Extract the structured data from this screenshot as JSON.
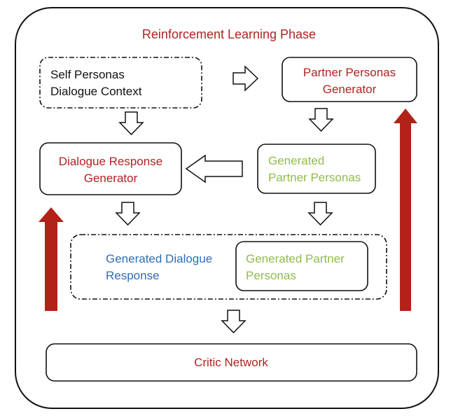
{
  "title": "Reinforcement Learning Phase",
  "nodes": {
    "self_input": {
      "lines": [
        "Self Personas",
        "Dialogue Context"
      ]
    },
    "partner_generator": {
      "lines": [
        "Partner Personas",
        "Generator"
      ]
    },
    "generated_partner_personas": {
      "lines": [
        "Generated",
        "Partner Personas"
      ]
    },
    "dialogue_response_generator": {
      "lines": [
        "Dialogue Response",
        "Generator"
      ]
    },
    "generated_dialogue_response": {
      "lines": [
        "Generated Dialogue",
        "Response"
      ]
    },
    "generated_partner_personas_2": {
      "lines": [
        "Generated Partner",
        "Personas"
      ]
    },
    "critic_network": {
      "label": "Critic Network"
    }
  },
  "colors": {
    "red_text": "#b22222",
    "green_text": "#8fbc4a",
    "blue_text": "#2f6db5",
    "black_text": "#111111",
    "feedback_arrow": "#b22218"
  }
}
